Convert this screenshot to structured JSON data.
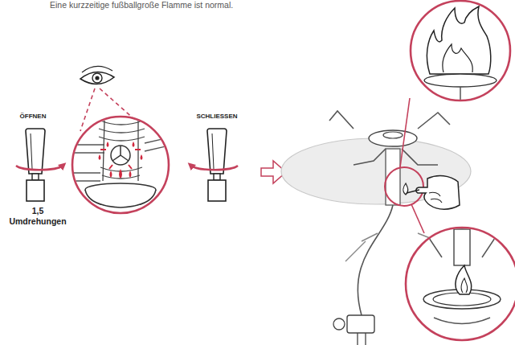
{
  "diagram": {
    "labels": [
      "Eine kurzzeitige fußballgroße Flamme ist normal.",
      "ÖFFNEN",
      "SCHLIESSEN",
      "1,5 Umdrehungen"
    ]
  }
}
